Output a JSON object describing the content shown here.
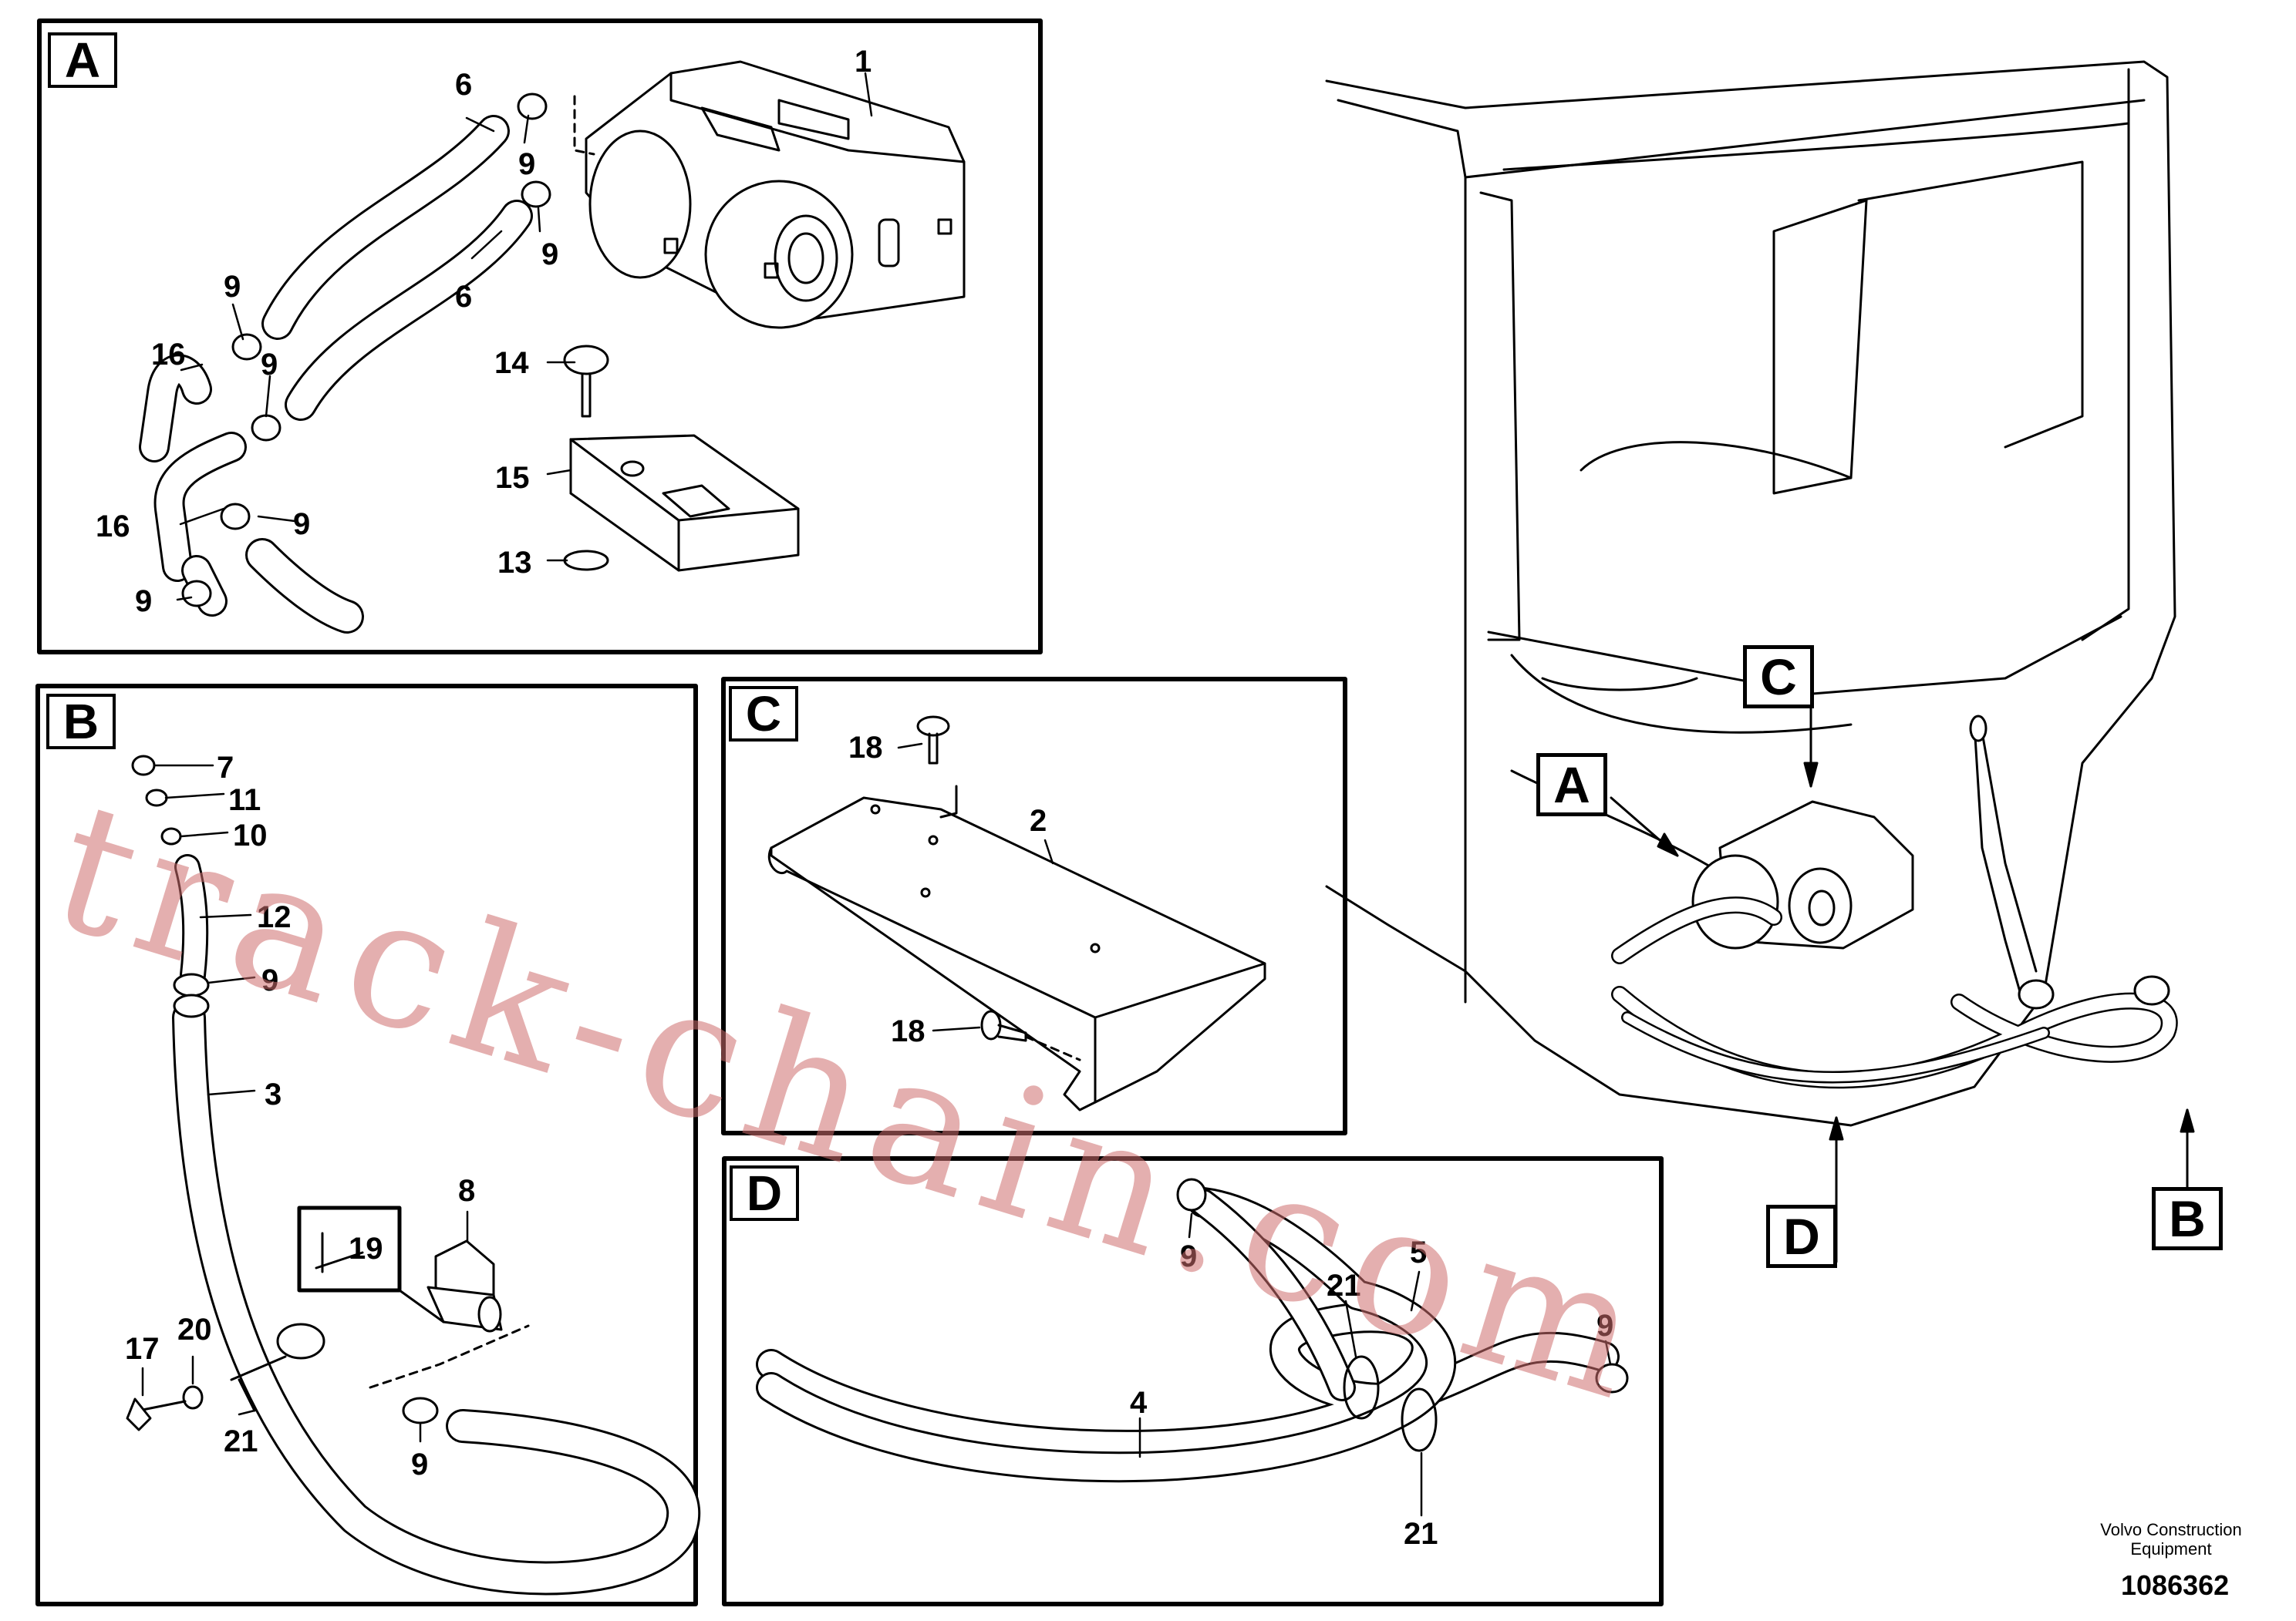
{
  "panels": {
    "A": {
      "tag": "A",
      "labels": [
        "1",
        "6",
        "9",
        "9",
        "6",
        "9",
        "16",
        "9",
        "14",
        "15",
        "9",
        "16",
        "9",
        "13"
      ]
    },
    "B": {
      "tag": "B",
      "labels": [
        "7",
        "11",
        "10",
        "12",
        "9",
        "3",
        "8",
        "19",
        "17",
        "20",
        "21",
        "9"
      ]
    },
    "C": {
      "tag": "C",
      "labels": [
        "18",
        "2",
        "18"
      ]
    },
    "D": {
      "tag": "D",
      "labels": [
        "9",
        "5",
        "21",
        "9",
        "4",
        "21"
      ]
    }
  },
  "callouts": [
    "C",
    "A",
    "D",
    "B"
  ],
  "footer": {
    "brand_line1": "Volvo Construction",
    "brand_line2": "Equipment",
    "code": "1086362"
  },
  "watermark": "track-chain.com"
}
